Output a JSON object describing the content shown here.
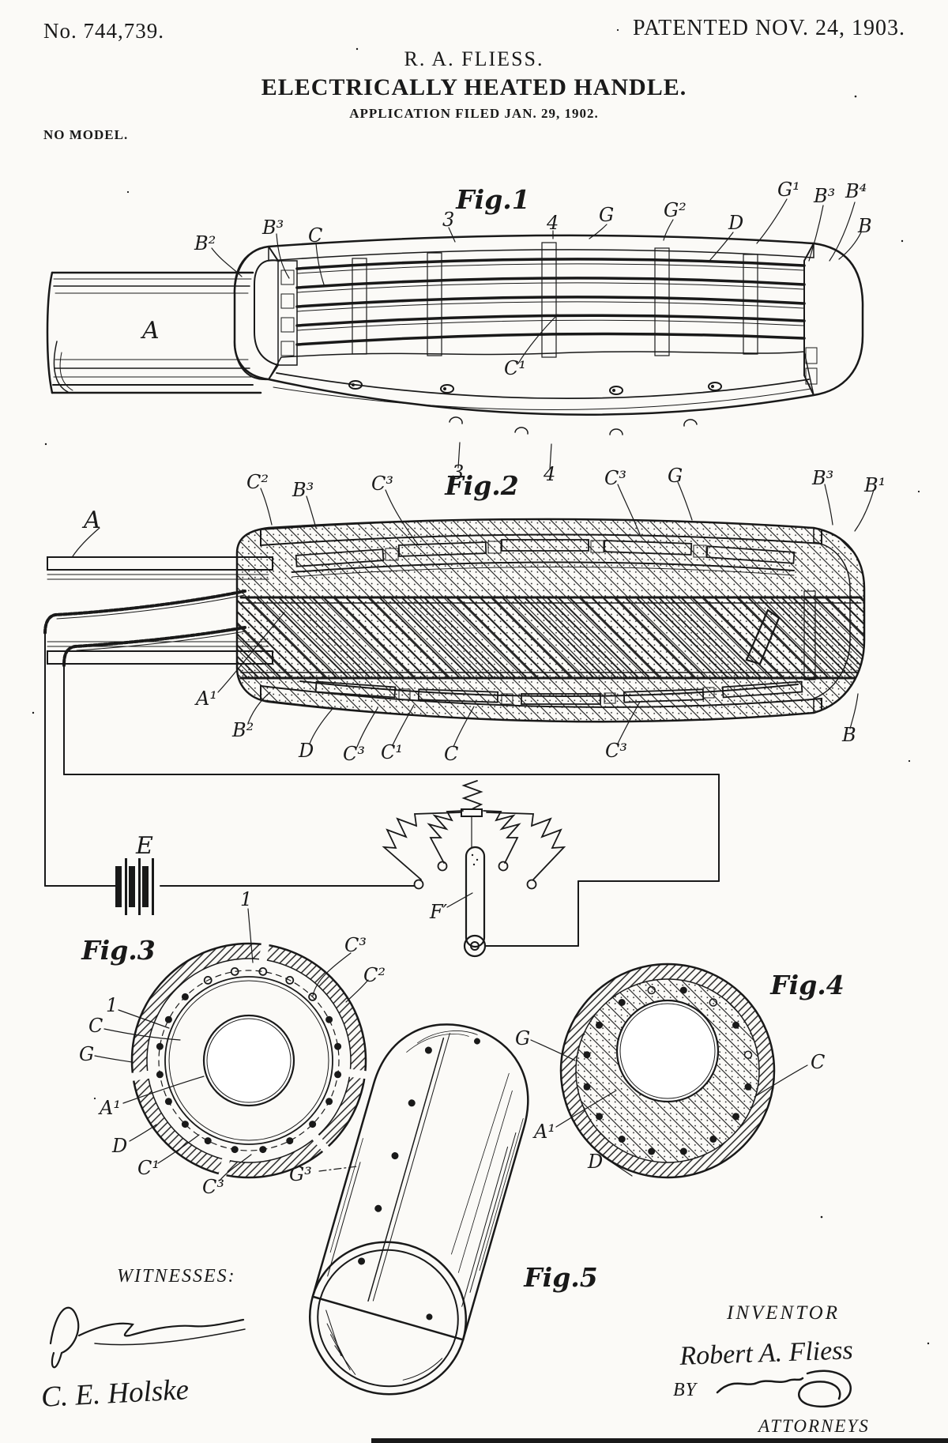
{
  "page": {
    "background": "#fbfaf7",
    "ink": "#191919"
  },
  "header": {
    "patent_number": "No. 744,739.",
    "patented_date": "PATENTED NOV. 24, 1903.",
    "applicant": "R. A. FLIESS.",
    "title": "ELECTRICALLY HEATED HANDLE.",
    "application_line": "APPLICATION FILED JAN. 29, 1902.",
    "no_model": "NO MODEL."
  },
  "figures": {
    "fig1": {
      "caption": "Fig.1",
      "labels": {
        "b3_left": "B³",
        "c": "C",
        "b2": "B²",
        "n3_top": "3",
        "n4_top": "4",
        "g": "G",
        "g2": "G²",
        "d": "D",
        "g1": "G¹",
        "b3_right": "B³",
        "b4": "B⁴",
        "b": "B",
        "a": "A",
        "c1": "C¹",
        "n3_bottom": "3",
        "n4_bottom": "4"
      }
    },
    "fig2": {
      "caption": "Fig.2",
      "labels": {
        "a": "A",
        "c2": "C²",
        "b3_left": "B³",
        "c3_topleft": "C³",
        "c3_topright": "C³",
        "g": "G",
        "b3_right": "B³",
        "b1": "B¹",
        "a1": "A¹",
        "b2": "B²",
        "d": "D",
        "c3_bottomleft": "C³",
        "c1": "C¹",
        "c": "C",
        "c3_bottomright": "C³",
        "b": "B"
      }
    },
    "circuit": {
      "battery_label": "E",
      "lever_label": "F′"
    },
    "fig3": {
      "caption": "Fig.3",
      "labels": {
        "n1_top": "1",
        "c3_right": "C³",
        "c2": "C²",
        "n1_left": "1",
        "c": "C",
        "g": "G",
        "a1": "A¹",
        "d": "D",
        "c1": "C¹",
        "c3_bottom": "C³"
      }
    },
    "fig4": {
      "caption": "Fig.4",
      "labels": {
        "g": "G",
        "c": "C",
        "a1": "A¹",
        "d": "D"
      }
    },
    "fig5": {
      "caption": "Fig.5",
      "labels": {
        "g3": "G³"
      }
    }
  },
  "footer": {
    "witnesses_heading": "WITNESSES:",
    "witness2_name": "C. E. Holske",
    "inventor_heading": "INVENTOR",
    "inventor_name": "Robert A. Fliess",
    "by_label": "BY",
    "attorneys_label": "ATTORNEYS"
  }
}
